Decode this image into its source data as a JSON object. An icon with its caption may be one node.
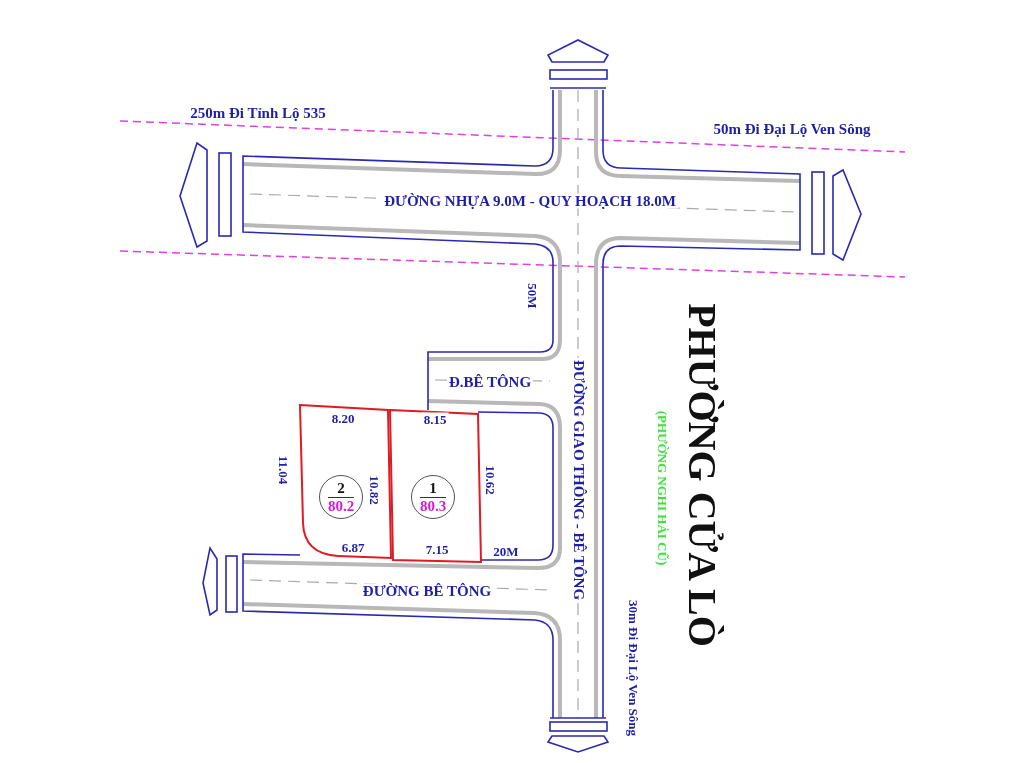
{
  "diagram": {
    "title": "PHƯỜNG CỬA LÒ",
    "nodes": [
      {
        "text": [],
        "shape": "box"
      },
      {
        "text": [
          "2",
          "80.2"
        ],
        "in": 0
      },
      {
        "text": [],
        "shape": "box"
      },
      {
        "text": [
          "1",
          "80.3"
        ],
        "in": 2
      }
    ],
    "edges": [],
    "labels": [
      "250m Đi Tỉnh Lộ 535",
      "50m Đi Đại Lộ Ven Sông",
      "ĐƯỜNG NHỰA 9.0M - QUY HOẠCH 18.0M",
      "50M",
      "Đ.BÊ TÔNG",
      "ĐƯỜNG GIAO THÔNG - BÊ TÔNG",
      "(PHƯỜNG NGHI HẢI CŨ)",
      "8.20",
      "8.15",
      "11.04",
      "10.82",
      "10.62",
      "6.87",
      "7.15",
      "20M",
      "ĐƯỜNG BÊ TÔNG",
      "30m Đi Đại Lộ Ven Sông"
    ]
  }
}
